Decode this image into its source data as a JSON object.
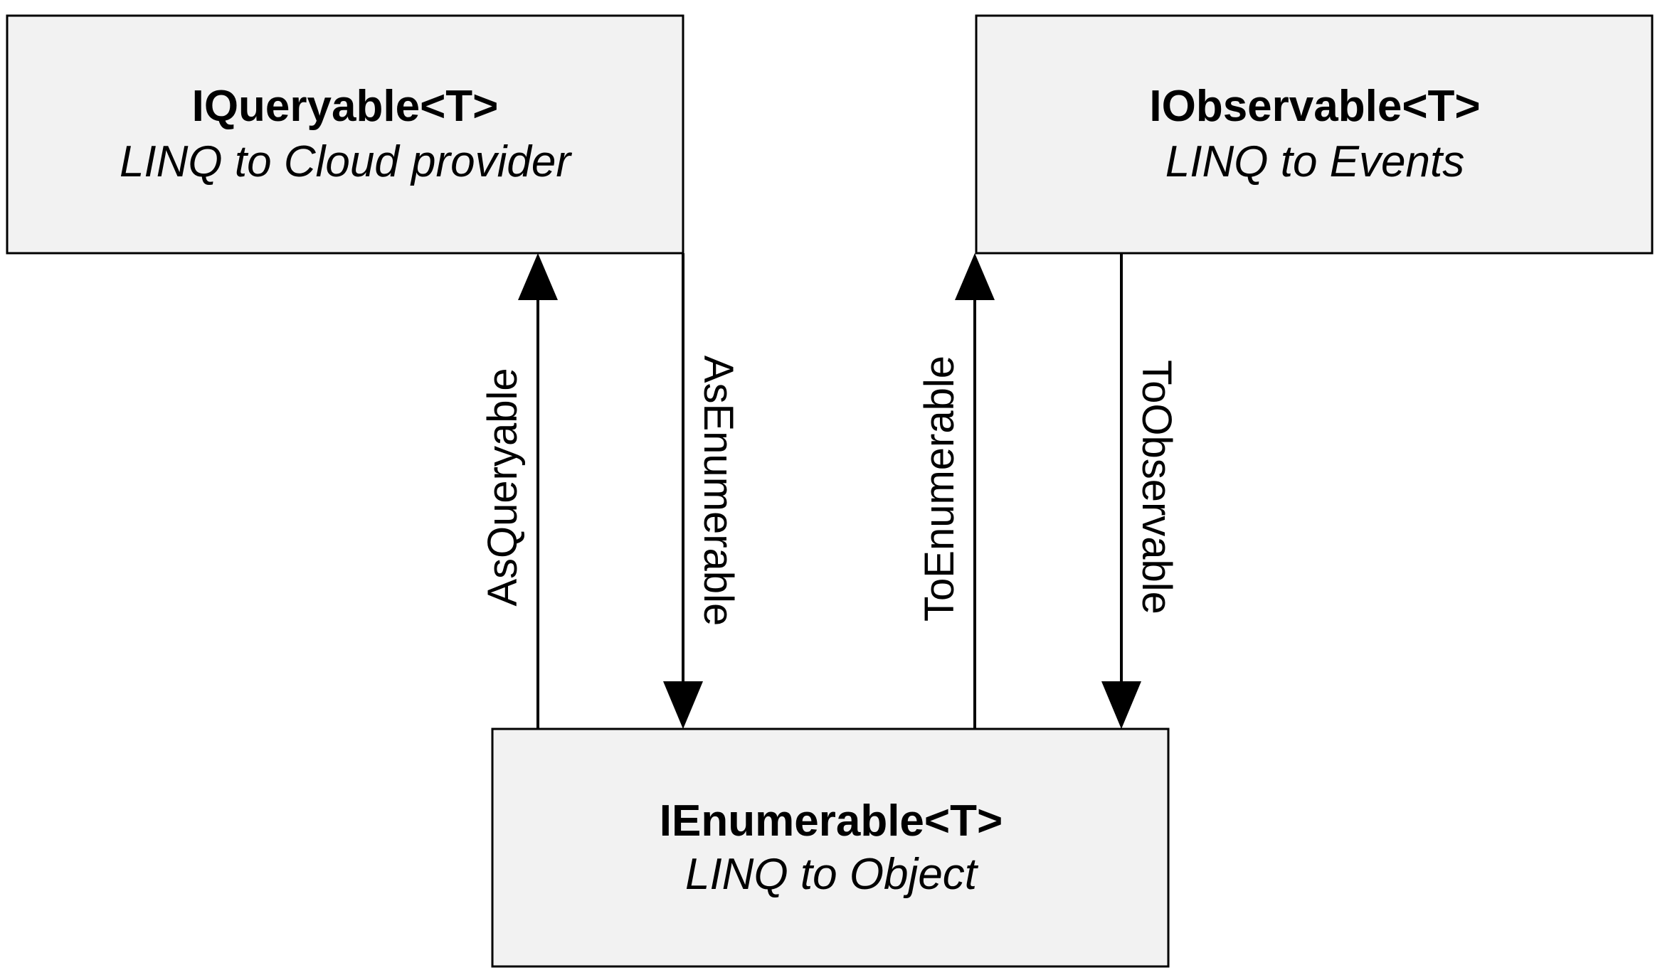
{
  "nodes": {
    "queryable": {
      "title": "IQueryable<T>",
      "subtitle": "LINQ to Cloud provider"
    },
    "observable": {
      "title": "IObservable<T>",
      "subtitle": "LINQ to Events"
    },
    "enumerable": {
      "title": "IEnumerable<T>",
      "subtitle": "LINQ to Object"
    }
  },
  "edges": {
    "as_queryable": {
      "label": "AsQueryable",
      "from": "enumerable",
      "to": "queryable"
    },
    "as_enumerable": {
      "label": "AsEnumerable",
      "from": "queryable",
      "to": "enumerable"
    },
    "to_enumerable": {
      "label": "ToEnumerable",
      "from": "enumerable",
      "to": "observable"
    },
    "to_observable": {
      "label": "ToObservable",
      "from": "observable",
      "to": "enumerable"
    }
  },
  "colors": {
    "box_fill": "#f2f2f2",
    "stroke": "#000000"
  }
}
